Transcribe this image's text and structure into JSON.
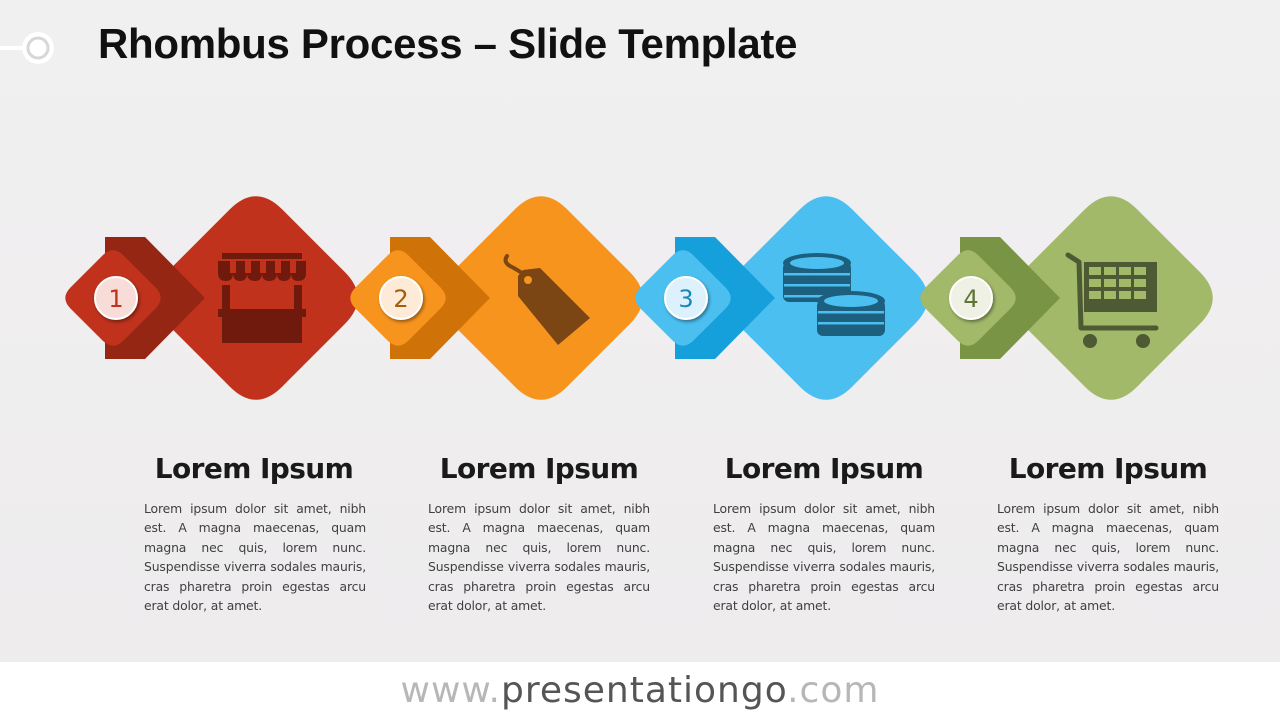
{
  "title": "Rhombus Process – Slide Template",
  "steps": [
    {
      "number": "1",
      "heading": "Lorem Ipsum",
      "body": "Lorem ipsum dolor sit amet, nibh est. A magna maecenas, quam magna nec quis, lorem nunc. Suspendisse viverra sodales mauris, cras pharetra proin egestas arcu erat dolor, at amet.",
      "icon": "store-icon",
      "color": "#c0321c",
      "dark": "#962614",
      "icon_color": "#6f1a0d",
      "badge_fill": "#f7dcd8",
      "number_color": "#c0321c"
    },
    {
      "number": "2",
      "heading": "Lorem Ipsum",
      "body": "Lorem ipsum dolor sit amet, nibh est. A magna maecenas, quam magna nec quis, lorem nunc. Suspendisse viverra sodales mauris, cras pharetra proin egestas arcu erat dolor, at amet.",
      "icon": "price-tag-icon",
      "color": "#f7941d",
      "dark": "#cf7208",
      "icon_color": "#7b4514",
      "badge_fill": "#fdebd7",
      "number_color": "#a85a0b"
    },
    {
      "number": "3",
      "heading": "Lorem Ipsum",
      "body": "Lorem ipsum dolor sit amet, nibh est. A magna maecenas, quam magna nec quis, lorem nunc. Suspendisse viverra sodales mauris, cras pharetra proin egestas arcu erat dolor, at amet.",
      "icon": "coins-icon",
      "color": "#4bbff0",
      "dark": "#15a0dc",
      "icon_color": "#1c5f7e",
      "badge_fill": "#dcf1fb",
      "number_color": "#1a87b8"
    },
    {
      "number": "4",
      "heading": "Lorem Ipsum",
      "body": "Lorem ipsum dolor sit amet, nibh est. A magna maecenas, quam magna nec quis, lorem nunc. Suspendisse viverra sodales mauris, cras pharetra proin egestas arcu erat dolor, at amet.",
      "icon": "shopping-cart-icon",
      "color": "#a2b96a",
      "dark": "#7a9445",
      "icon_color": "#4d5a33",
      "badge_fill": "#eef1e3",
      "number_color": "#5f7436"
    }
  ],
  "footer": {
    "prefix": "www.",
    "brand": "presentationgo",
    "suffix": ".com"
  }
}
